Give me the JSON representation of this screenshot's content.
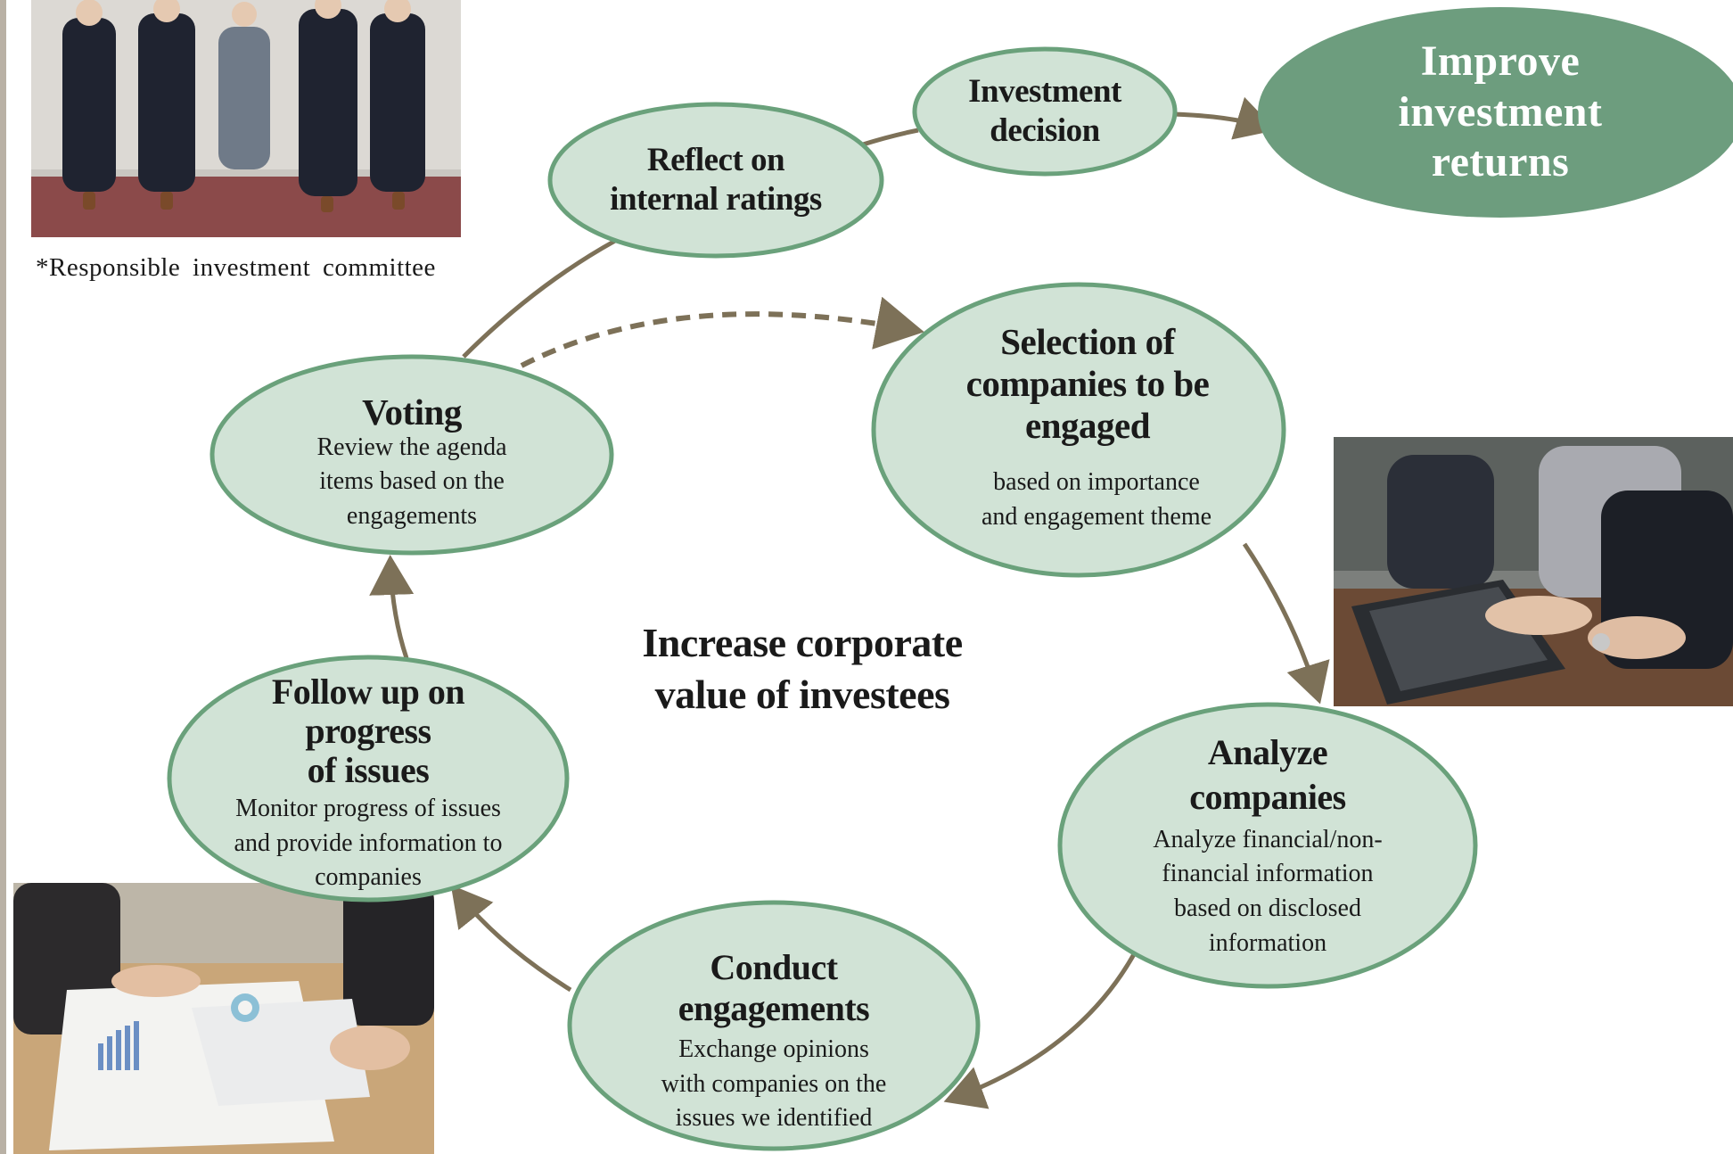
{
  "caption": "*Responsible investment committee",
  "center_text": "Increase corporate\nvalue of investees",
  "colors": {
    "ellipse_fill": "#d1e3d6",
    "ellipse_stroke": "#6aa17b",
    "goal_fill": "#6d9d7e",
    "arrow": "#7d7158"
  },
  "nodes": {
    "reflect": {
      "title": "Reflect on\ninternal ratings"
    },
    "investment_decision": {
      "title": "Investment\ndecision"
    },
    "improve_returns": {
      "title": "Improve\ninvestment\nreturns"
    },
    "selection": {
      "title": "Selection of\ncompanies to be\nengaged",
      "desc": "based on importance\nand engagement theme"
    },
    "analyze": {
      "title": "Analyze\ncompanies",
      "desc": "Analyze financial/non-\nfinancial information\nbased on disclosed\ninformation"
    },
    "conduct": {
      "title": "Conduct\nengagements",
      "desc": "Exchange opinions\nwith companies on the\nissues we identified"
    },
    "follow_up": {
      "title": "Follow up on\nprogress\nof issues",
      "desc": "Monitor progress of issues\nand provide information to\ncompanies"
    },
    "voting": {
      "title": "Voting",
      "desc": "Review the agenda\nitems based on the\nengagements"
    }
  },
  "photos": {
    "committee": "committee-group-photo",
    "laptop": "laptop-meeting-photo",
    "documents": "document-review-photo"
  }
}
